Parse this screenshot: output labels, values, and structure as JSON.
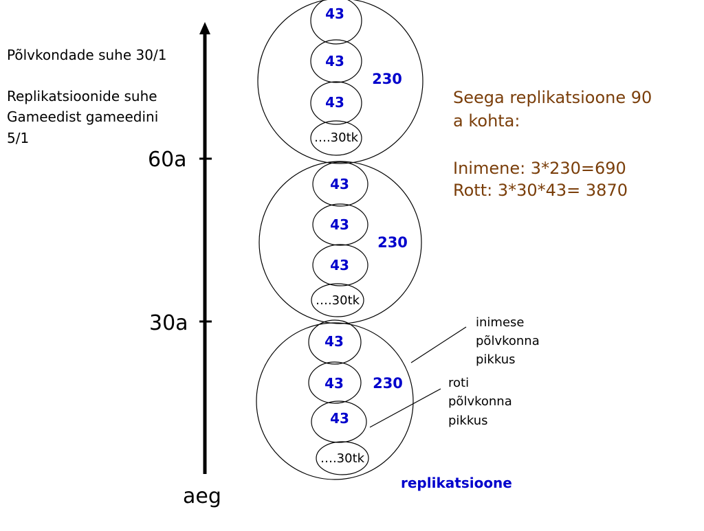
{
  "left_notes": {
    "generation_ratio": "Põlvkondade suhe 30/1",
    "replication_ratio_line1": "Replikatsioonide suhe",
    "replication_ratio_line2": "Gameedist gameedini",
    "replication_ratio_line3": "5/1"
  },
  "axis": {
    "tick_60": "60a",
    "tick_30": "30a",
    "label": "aeg"
  },
  "generations": [
    {
      "human_replications": "230",
      "rat_replications": [
        "43",
        "43",
        "43"
      ],
      "rat_count": "….30tk"
    },
    {
      "human_replications": "230",
      "rat_replications": [
        "43",
        "43",
        "43"
      ],
      "rat_count": "….30tk"
    },
    {
      "human_replications": "230",
      "rat_replications": [
        "43",
        "43",
        "43"
      ],
      "rat_count": "….30tk"
    }
  ],
  "result": {
    "line1": "Seega replikatsioone 90",
    "line2": "a kohta:",
    "human": "Inimene: 3*230=690",
    "rat": "Rott: 3*30*43= 3870"
  },
  "callouts": {
    "human_line1": "inimese",
    "human_line2": "põlvkonna",
    "human_line3": "pikkus",
    "rat_line1": "roti",
    "rat_line2": "põlvkonna",
    "rat_line3": "pikkus"
  },
  "footer_label": "replikatsioone",
  "colors": {
    "blue_numbers": "#0000cc",
    "result_text": "#7a3e0a"
  }
}
